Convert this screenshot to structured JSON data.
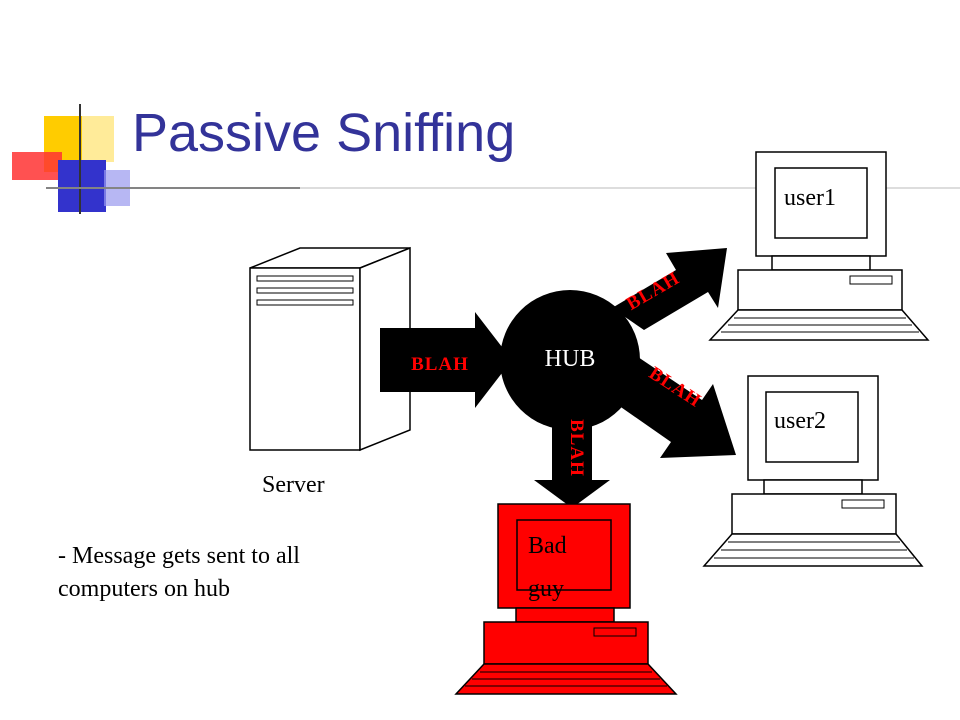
{
  "slide": {
    "title": "Passive Sniffing",
    "bullet": "- Message gets sent to all computers on hub"
  },
  "diagram": {
    "server_label": "Server",
    "hub_label": "HUB",
    "user1_label": "user1",
    "user2_label": "user2",
    "bad_guy_label_line1": "Bad",
    "bad_guy_label_line2": "guy",
    "arrow_text": "BLAH"
  },
  "colors": {
    "title": "#333399",
    "arrow_text": "#ff0000",
    "bad_guy_fill": "#ff0000",
    "hub_fill": "#000000",
    "accent_yellow": "#ffcc00",
    "accent_blue": "#3333cc",
    "accent_red": "#ff3333"
  }
}
